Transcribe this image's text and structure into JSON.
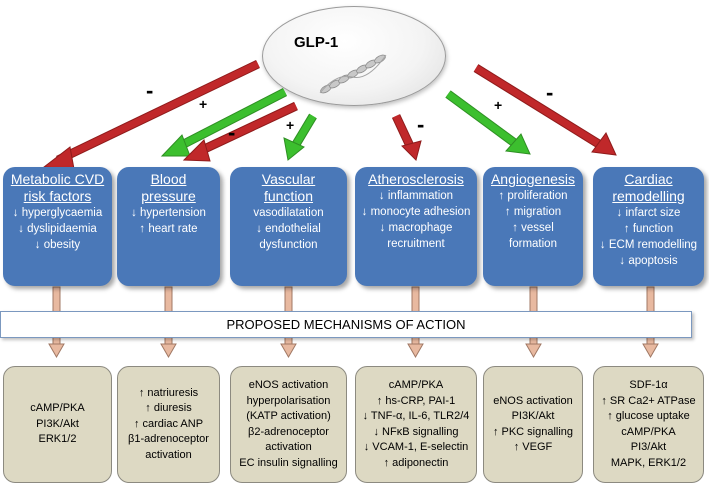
{
  "center": {
    "label": "GLP-1"
  },
  "signs": [
    {
      "id": "sign-metabolic",
      "text": "-"
    },
    {
      "id": "sign-bp-plus",
      "text": "+"
    },
    {
      "id": "sign-bp-minus",
      "text": "-"
    },
    {
      "id": "sign-vascular",
      "text": "+"
    },
    {
      "id": "sign-athero",
      "text": "-"
    },
    {
      "id": "sign-angio",
      "text": "+"
    },
    {
      "id": "sign-cardiac",
      "text": "-"
    }
  ],
  "colors": {
    "box": "#4a78b8",
    "mech": "#ddd9c3",
    "inhibit": "#c0282a",
    "promote": "#3cbf2e",
    "connector": "#e8b9a0"
  },
  "effects": [
    {
      "title": [
        "Metabolic CVD",
        "risk factors"
      ],
      "lines": [
        "↓ hyperglycaemia",
        "↓ dyslipidaemia",
        "↓ obesity"
      ]
    },
    {
      "title": [
        "Blood",
        "pressure"
      ],
      "lines": [
        "↓ hypertension",
        "↑ heart rate"
      ]
    },
    {
      "title": [
        "Vascular",
        "function"
      ],
      "lines": [
        "vasodilatation",
        "↓ endothelial",
        "dysfunction"
      ]
    },
    {
      "title": [
        "Atherosclerosis"
      ],
      "lines": [
        "↓ inflammation",
        "↓ monocyte adhesion",
        "↓ macrophage",
        "recruitment"
      ]
    },
    {
      "title": [
        "Angiogenesis"
      ],
      "lines": [
        "↑ proliferation",
        "↑ migration",
        "↑ vessel",
        "formation"
      ]
    },
    {
      "title": [
        "Cardiac",
        "remodelling"
      ],
      "lines": [
        "↓ infarct size",
        "↑ function",
        "↓ ECM remodelling",
        "↓ apoptosis"
      ]
    }
  ],
  "banner": "PROPOSED MECHANISMS OF ACTION",
  "mechanisms": [
    [
      "cAMP/PKA",
      "PI3K/Akt",
      "ERK1/2"
    ],
    [
      "↑ natriuresis",
      "↑ diuresis",
      "↑ cardiac ANP",
      "β1-adrenoceptor",
      "activation"
    ],
    [
      "eNOS activation",
      "hyperpolarisation",
      "(KATP activation)",
      "β2-adrenoceptor",
      "activation",
      "EC insulin signalling"
    ],
    [
      "cAMP/PKA",
      "↑ hs-CRP, PAI-1",
      "↓ TNF-α, IL-6, TLR2/4",
      "↓ NFκB signalling",
      "↓ VCAM-1, E-selectin",
      "↑ adiponectin"
    ],
    [
      "eNOS activation",
      "PI3K/Akt",
      "↑ PKC signalling",
      "↑ VEGF"
    ],
    [
      "SDF-1α",
      "↑ SR Ca2+ ATPase",
      "↑ glucose uptake",
      "cAMP/PKA",
      "PI3/Akt",
      "MAPK, ERK1/2"
    ]
  ]
}
